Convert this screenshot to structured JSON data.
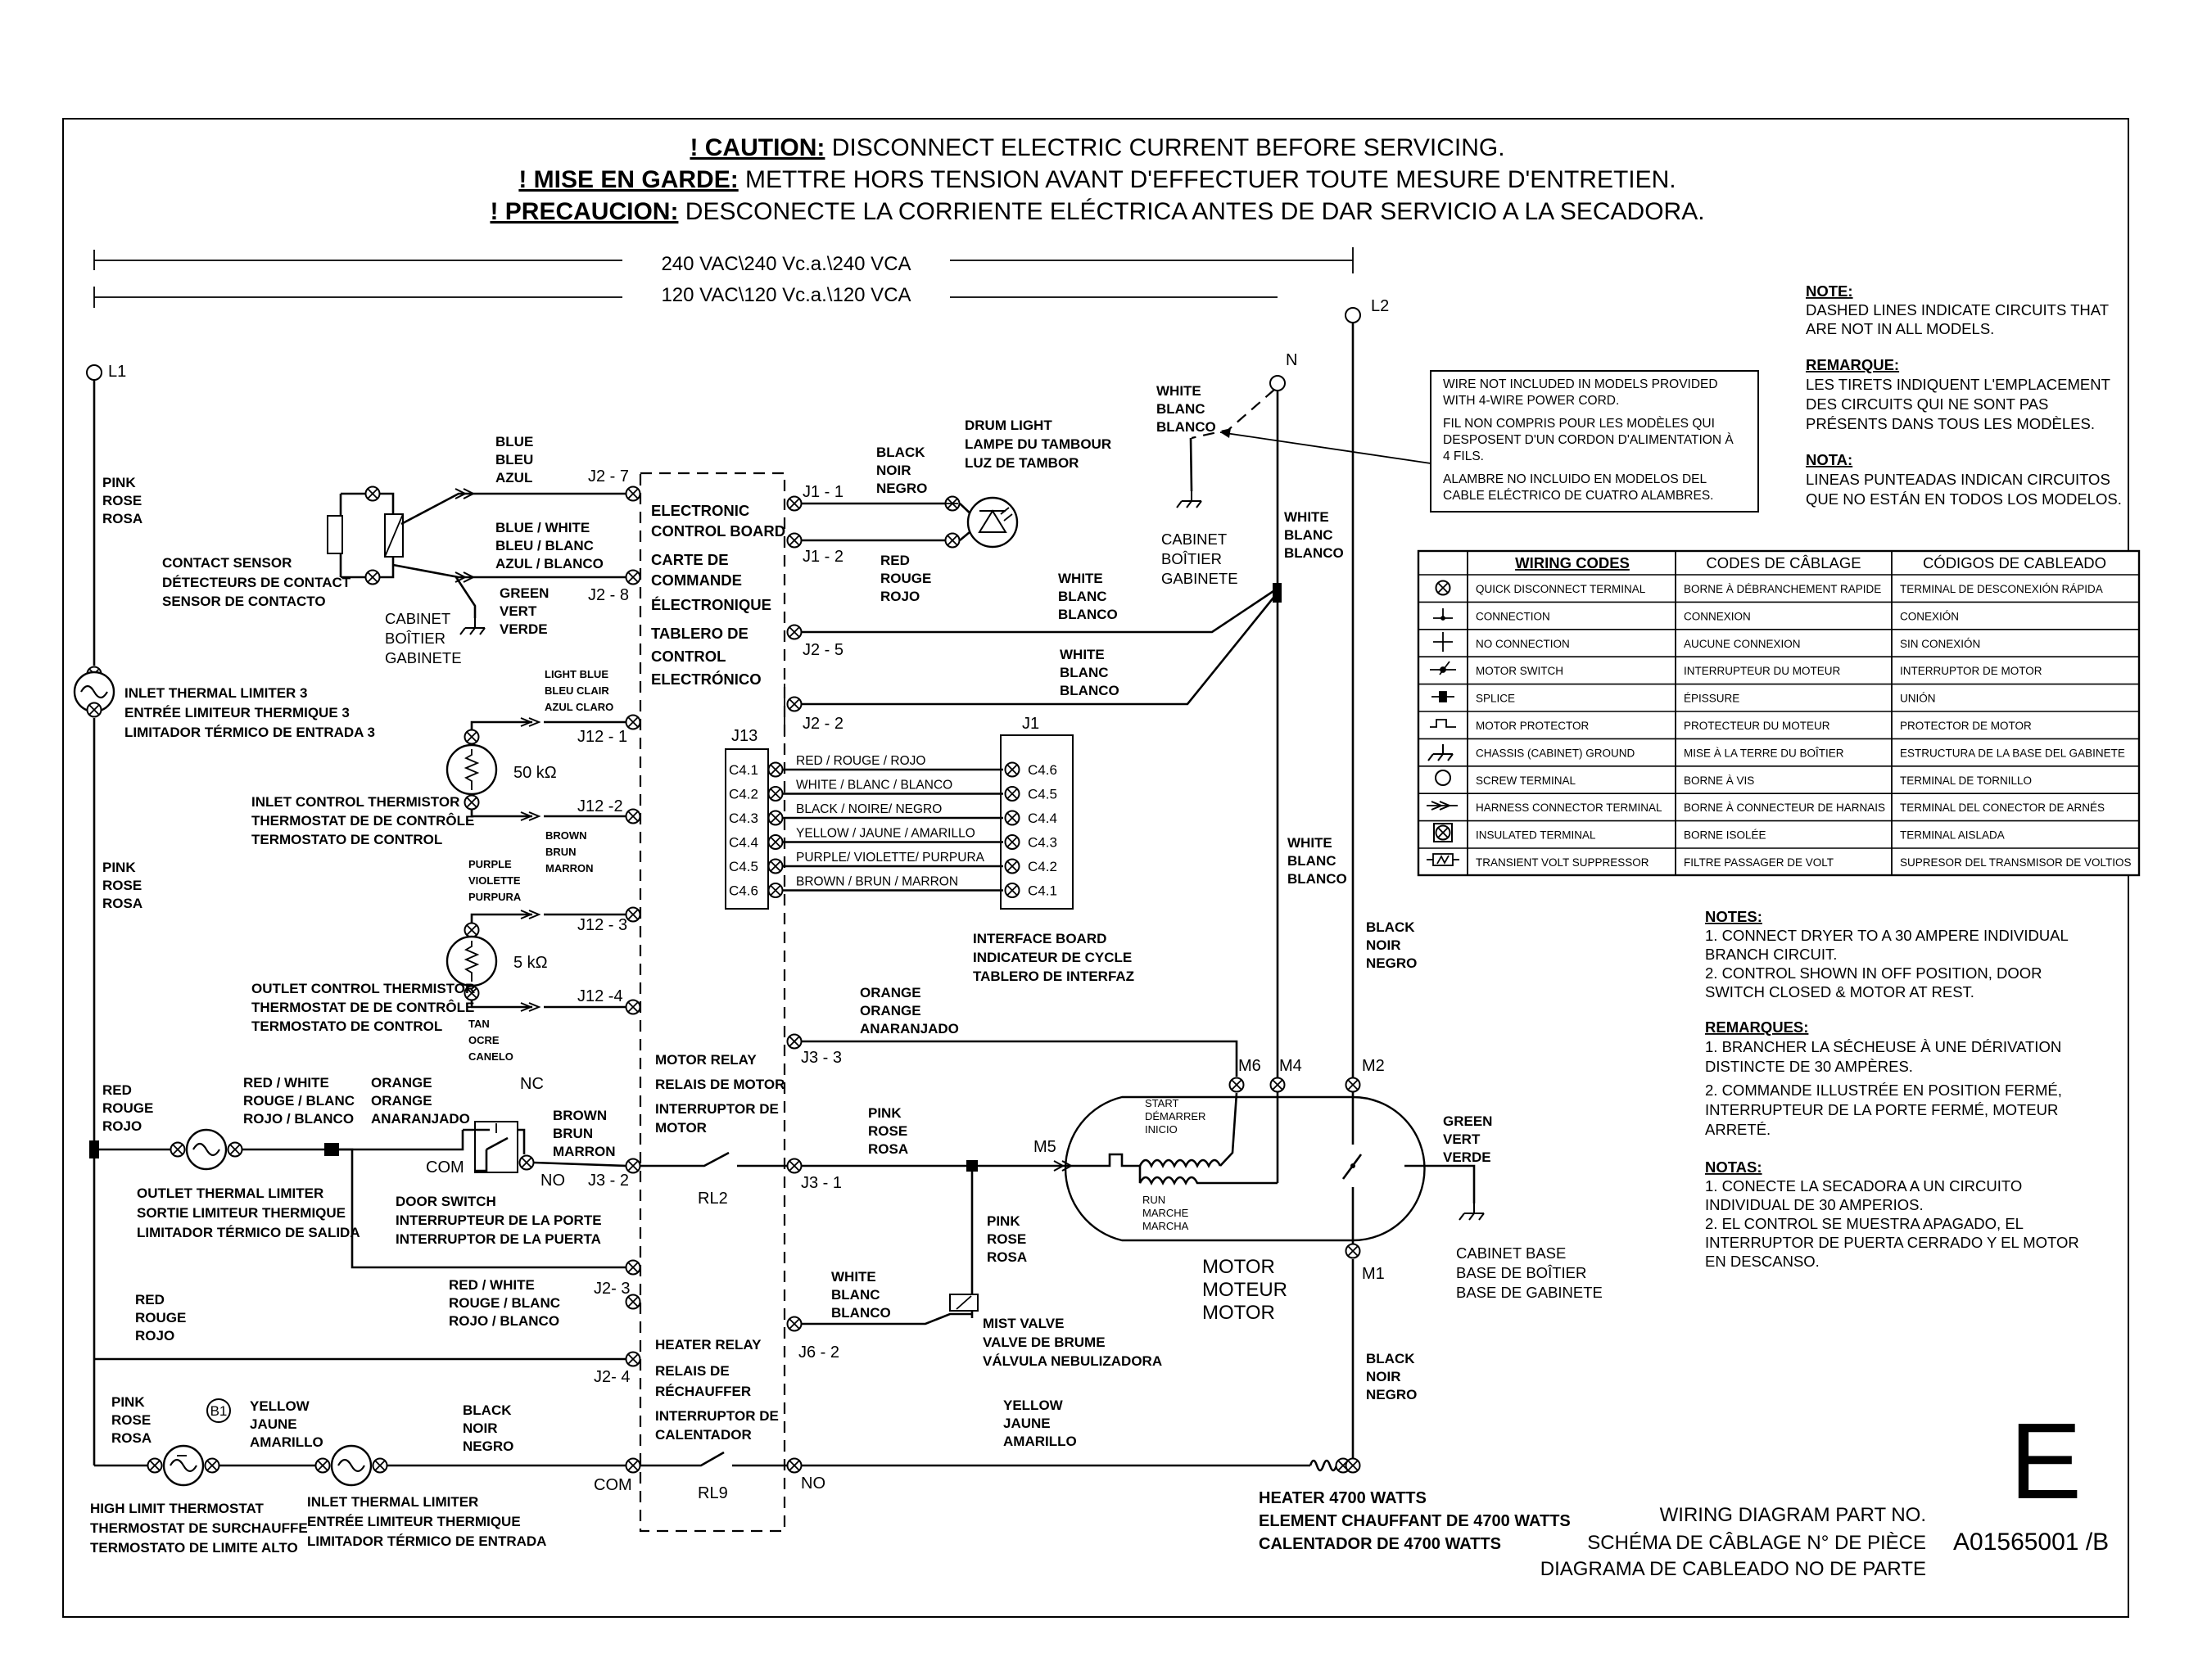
{
  "caution": {
    "line1_label": "! CAUTION:",
    "line1_text": " DISCONNECT ELECTRIC CURRENT BEFORE SERVICING.",
    "line2_label": "! MISE EN GARDE:",
    "line2_text": " METTRE HORS TENSION AVANT D'EFFECTUER TOUTE MESURE D'ENTRETIEN.",
    "line3_label": "! PRECAUCION:",
    "line3_text": " DESCONECTE LA CORRIENTE ELÉCTRICA ANTES DE DAR SERVICIO A LA SECADORA."
  },
  "voltage": {
    "v240": "240 VAC\\240 Vc.a.\\240 VCA",
    "v120": "120 VAC\\120 Vc.a.\\120 VCA"
  },
  "terminals": {
    "l1": "L1",
    "l2": "L2",
    "n": "N",
    "m1": "M1",
    "m2": "M2",
    "m4": "M4",
    "m5": "M5",
    "m6": "M6",
    "b1": "B1",
    "nc": "NC",
    "no": "NO",
    "com": "COM",
    "no2": "NO",
    "com2": "COM"
  },
  "wire_labels": {
    "pink_top": [
      "PINK",
      "ROSE",
      "ROSA"
    ],
    "pink_mid": [
      "PINK",
      "ROSE",
      "ROSA"
    ],
    "pink_bot": [
      "PINK",
      "ROSE",
      "ROSA"
    ],
    "pink_j31": [
      "PINK",
      "ROSE",
      "ROSA"
    ],
    "pink_mist": [
      "PINK",
      "ROSE",
      "ROSA"
    ],
    "blue": [
      "BLUE",
      "BLEU",
      "AZUL"
    ],
    "blue_white": [
      "BLUE / WHITE",
      "BLEU / BLANC",
      "AZUL / BLANCO"
    ],
    "green_sensor": [
      "GREEN",
      "VERT",
      "VERDE"
    ],
    "black_j11": [
      "BLACK",
      "NOIR",
      "NEGRO"
    ],
    "red_j12": [
      "RED",
      "ROUGE",
      "ROJO"
    ],
    "white_j25": [
      "WHITE",
      "BLANC",
      "BLANCO"
    ],
    "white_j22": [
      "WHITE",
      "BLANC",
      "BLANCO"
    ],
    "white_n": [
      "WHITE",
      "BLANC",
      "BLANCO"
    ],
    "white_nline": [
      "WHITE",
      "BLANC",
      "BLANCO"
    ],
    "white_m4": [
      "WHITE",
      "BLANC",
      "BLANCO"
    ],
    "light_blue": [
      "LIGHT BLUE",
      "BLEU CLAIR",
      "AZUL CLARO"
    ],
    "brown_j122": [
      "BROWN",
      "BRUN",
      "MARRON"
    ],
    "purple": [
      "PURPLE",
      "VIOLETTE",
      "PURPURA"
    ],
    "tan": [
      "TAN",
      "OCRE",
      "CANELO"
    ],
    "red_left": [
      "RED",
      "ROUGE",
      "ROJO"
    ],
    "red_white_top": [
      "RED / WHITE",
      "ROUGE / BLANC",
      "ROJO / BLANCO"
    ],
    "orange_top": [
      "ORANGE",
      "ORANGE",
      "ANARANJADO"
    ],
    "brown_switch": [
      "BROWN",
      "BRUN",
      "MARRON"
    ],
    "red_left2": [
      "RED",
      "ROUGE",
      "ROJO"
    ],
    "red_white_j23": [
      "RED / WHITE",
      "ROUGE / BLANC",
      "ROJO / BLANCO"
    ],
    "orange_j33": [
      "ORANGE",
      "ORANGE",
      "ANARANJADO"
    ],
    "white_mist": [
      "WHITE",
      "BLANC",
      "BLANCO"
    ],
    "yellow_b1": [
      "YELLOW",
      "JAUNE",
      "AMARILLO"
    ],
    "black_heater_top": [
      "BLACK",
      "NOIR",
      "NEGRO"
    ],
    "black_bottom": [
      "BLACK",
      "NOIR",
      "NEGRO"
    ],
    "yellow_heater": [
      "YELLOW",
      "JAUNE",
      "AMARILLO"
    ],
    "black_l2": [
      "BLACK",
      "NOIR",
      "NEGRO"
    ],
    "green_motor": [
      "GREEN",
      "VERT",
      "VERDE"
    ]
  },
  "components": {
    "control_board": [
      "ELECTRONIC",
      "CONTROL BOARD",
      "CARTE DE",
      "COMMANDE",
      "ÉLECTRONIQUE",
      "TABLERO DE",
      "CONTROL",
      "ELECTRÓNICO"
    ],
    "contact_sensor": [
      "CONTACT SENSOR",
      "DÉTECTEURS DE CONTACT",
      "SENSOR DE CONTACTO"
    ],
    "cabinet_sensor": [
      "CABINET",
      "BOÎTIER",
      "GABINETE"
    ],
    "drum_light": [
      "DRUM LIGHT",
      "LAMPE DU TAMBOUR",
      "LUZ DE TAMBOR"
    ],
    "cabinet_n": [
      "CABINET",
      "BOÎTIER",
      "GABINETE"
    ],
    "inlet_limiter3": [
      "INLET THERMAL LIMITER 3",
      "ENTRÉE LIMITEUR THERMIQUE 3",
      "LIMITADOR TÉRMICO DE ENTRADA 3"
    ],
    "inlet_thermistor": [
      "INLET CONTROL THERMISTOR",
      "THERMOSTAT DE DE CONTRÔLE",
      "TERMOSTATO DE CONTROL"
    ],
    "outlet_thermistor": [
      "OUTLET CONTROL THERMISTOR",
      "THERMOSTAT DE DE CONTRÔLE",
      "TERMOSTATO DE CONTROL"
    ],
    "r50": "50 kΩ",
    "r5": "5 kΩ",
    "interface_board": [
      "INTERFACE BOARD",
      "INDICATEUR DE CYCLE",
      "TABLERO DE INTERFAZ"
    ],
    "motor_relay": [
      "MOTOR RELAY",
      "RELAIS DE MOTOR",
      "INTERRUPTOR DE",
      "MOTOR"
    ],
    "rl2": "RL2",
    "rl9": "RL9",
    "outlet_limiter": [
      "OUTLET THERMAL LIMITER",
      "SORTIE LIMITEUR THERMIQUE",
      "LIMITADOR TÉRMICO DE SALIDA"
    ],
    "door_switch": [
      "DOOR SWITCH",
      "INTERRUPTEUR DE LA PORTE",
      "INTERRUPTOR DE LA PUERTA"
    ],
    "heater_relay": [
      "HEATER RELAY",
      "RELAIS DE",
      "RÉCHAUFFER",
      "INTERRUPTOR DE",
      "CALENTADOR"
    ],
    "mist_valve": [
      "MIST VALVE",
      "VALVE DE BRUME",
      "VÁLVULA NEBULIZADORA"
    ],
    "motor": [
      "MOTOR",
      "MOTEUR",
      "MOTOR"
    ],
    "start": [
      "START",
      "DÉMARRER",
      "INICIO"
    ],
    "run": [
      "RUN",
      "MARCHE",
      "MARCHA"
    ],
    "cabinet_base": [
      "CABINET BASE",
      "BASE DE BOÎTIER",
      "BASE DE GABINETE"
    ],
    "high_limit": [
      "HIGH LIMIT THERMOSTAT",
      "THERMOSTAT DE SURCHAUFFE",
      "TERMOSTATO DE LIMITE ALTO"
    ],
    "inlet_limiter": [
      "INLET THERMAL LIMITER",
      "ENTRÉE LIMITEUR THERMIQUE",
      "LIMITADOR TÉRMICO DE ENTRADA"
    ],
    "heater": [
      "HEATER 4700 WATTS",
      "ELEMENT CHAUFFANT DE 4700 WATTS",
      "CALENTADOR DE 4700 WATTS"
    ]
  },
  "pins": {
    "j27": "J2 - 7",
    "j28": "J2 - 8",
    "j11": "J1 - 1",
    "j12": "J1 - 2",
    "j25": "J2 - 5",
    "j22": "J2 - 2",
    "j121": "J12 - 1",
    "j122": "J12 -2",
    "j123": "J12 - 3",
    "j124": "J12 -4",
    "j33": "J3 - 3",
    "j32": "J3 - 2",
    "j31": "J3 - 1",
    "j23": "J2- 3",
    "j24": "J2- 4",
    "j62": "J6 - 2",
    "j13": "J13",
    "j1": "J1"
  },
  "harness": {
    "left_pins": [
      "C4.1",
      "C4.2",
      "C4.3",
      "C4.4",
      "C4.5",
      "C4.6"
    ],
    "right_pins": [
      "C4.6",
      "C4.5",
      "C4.4",
      "C4.3",
      "C4.2",
      "C4.1"
    ],
    "wires": [
      "RED / ROUGE / ROJO",
      "WHITE / BLANC / BLANCO",
      "BLACK / NOIRE/ NEGRO",
      "YELLOW / JAUNE / AMARILLO",
      "PURPLE/ VIOLETTE/ PURPURA",
      "BROWN / BRUN / MARRON"
    ]
  },
  "wire_note": [
    "WIRE NOT INCLUDED IN MODELS PROVIDED",
    "WITH 4-WIRE POWER CORD.",
    "FIL NON COMPRIS POUR LES MODÈLES QUI",
    "DESPOSENT D'UN CORDON D'ALIMENTATION À",
    "4 FILS.",
    "ALAMBRE NO INCLUIDO EN MODELOS DEL",
    "CABLE ELÉCTRICO DE CUATRO ALAMBRES."
  ],
  "note_block": {
    "note_title": "NOTE:",
    "note": [
      "DASHED LINES INDICATE CIRCUITS THAT",
      "ARE NOT IN ALL MODELS."
    ],
    "remarque_title": "REMARQUE:",
    "remarque": [
      "LES TIRETS INDIQUENT L'EMPLACEMENT",
      "DES CIRCUITS QUI NE SONT PAS",
      "PRÉSENTS DANS TOUS LES MODÈLES."
    ],
    "nota_title": "NOTA:",
    "nota": [
      "LINEAS PUNTEADAS INDICAN CIRCUITOS",
      "QUE NO ESTÁN EN TODOS LOS MODELOS."
    ]
  },
  "wiring_codes": {
    "headers": [
      "WIRING CODES",
      "CODES DE CÂBLAGE",
      "CÓDIGOS DE CABLEADO"
    ],
    "rows": [
      [
        "QUICK DISCONNECT TERMINAL",
        "BORNE À DÉBRANCHEMENT RAPIDE",
        "TERMINAL DE DESCONEXIÓN RÁPIDA"
      ],
      [
        "CONNECTION",
        "CONNEXION",
        "CONEXIÓN"
      ],
      [
        "NO CONNECTION",
        "AUCUNE CONNEXION",
        "SIN CONEXIÓN"
      ],
      [
        "MOTOR SWITCH",
        "INTERRUPTEUR DU MOTEUR",
        "INTERRUPTOR DE MOTOR"
      ],
      [
        "SPLICE",
        "ÉPISSURE",
        "UNIÓN"
      ],
      [
        "MOTOR PROTECTOR",
        "PROTECTEUR DU MOTEUR",
        "PROTECTOR DE MOTOR"
      ],
      [
        "CHASSIS   (CABINET)   GROUND",
        "MISE À LA TERRE DU BOÎTIER",
        "ESTRUCTURA DE LA BASE DEL GABINETE"
      ],
      [
        "SCREW TERMINAL",
        "BORNE À VIS",
        "TERMINAL DE TORNILLO"
      ],
      [
        "HARNESS CONNECTOR TERMINAL",
        "BORNE À CONNECTEUR DE HARNAIS",
        "TERMINAL DEL CONECTOR DE ARNÉS"
      ],
      [
        "INSULATED TERMINAL",
        "BORNE ISOLÉE",
        "TERMINAL AISLADA"
      ],
      [
        "TRANSIENT VOLT SUPPRESSOR",
        "FILTRE PASSAGER DE VOLT",
        "SUPRESOR DEL TRANSMISOR DE VOLTIOS"
      ]
    ]
  },
  "notes": {
    "notes_title": "NOTES:",
    "notes": [
      "1. CONNECT DRYER TO A 30 AMPERE INDIVIDUAL",
      "BRANCH CIRCUIT.",
      "2. CONTROL SHOWN IN OFF POSITION, DOOR",
      "SWITCH CLOSED & MOTOR AT REST."
    ],
    "remarques_title": "REMARQUES:",
    "remarques": [
      "1. BRANCHER LA SÉCHEUSE À UNE DÉRIVATION",
      "DISTINCTE DE 30 AMPÈRES.",
      "2. COMMANDE ILLUSTRÉE EN POSITION FERMÉ,",
      "INTERRUPTEUR DE LA PORTE FERMÉ, MOTEUR",
      "ARRETÉ."
    ],
    "notas_title": "NOTAS:",
    "notas": [
      "1. CONECTE LA SECADORA A UN CIRCUITO",
      "INDIVIDUAL DE 30 AMPERIOS.",
      "2. EL CONTROL SE MUESTRA APAGADO, EL",
      "INTERRUPTOR DE PUERTA CERRADO Y EL MOTOR",
      "EN DESCANSO."
    ]
  },
  "footer": {
    "part_lines": [
      "WIRING DIAGRAM PART NO.",
      "SCHÉMA DE CÂBLAGE N° DE PIÈCE",
      "DIAGRAMA DE CABLEADO NO DE PARTE"
    ],
    "part_no": "A01565001 /B",
    "letter": "E"
  }
}
